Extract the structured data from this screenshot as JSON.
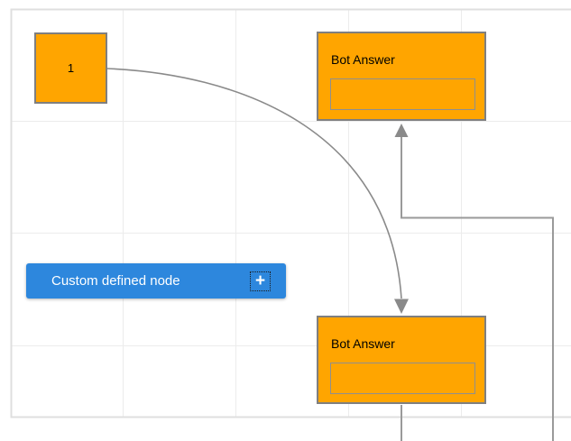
{
  "colors": {
    "node-fill": "#ffa500",
    "node-border": "#7f7f7f",
    "inner-border": "#8f8f8f",
    "node-text": "#000000",
    "connector": "#8a8a8a",
    "grid-line": "#ececec",
    "canvas-border": "#dfdfdf",
    "button-blue": "#2d87dd",
    "button-text": "#ffffff"
  },
  "nodes": {
    "start": {
      "label": "1"
    },
    "bot_top": {
      "title": "Bot Answer",
      "input_value": ""
    },
    "bot_bottom": {
      "title": "Bot Answer",
      "input_value": ""
    }
  },
  "palette": {
    "button_label": "Custom defined node",
    "plus_label": "+"
  }
}
